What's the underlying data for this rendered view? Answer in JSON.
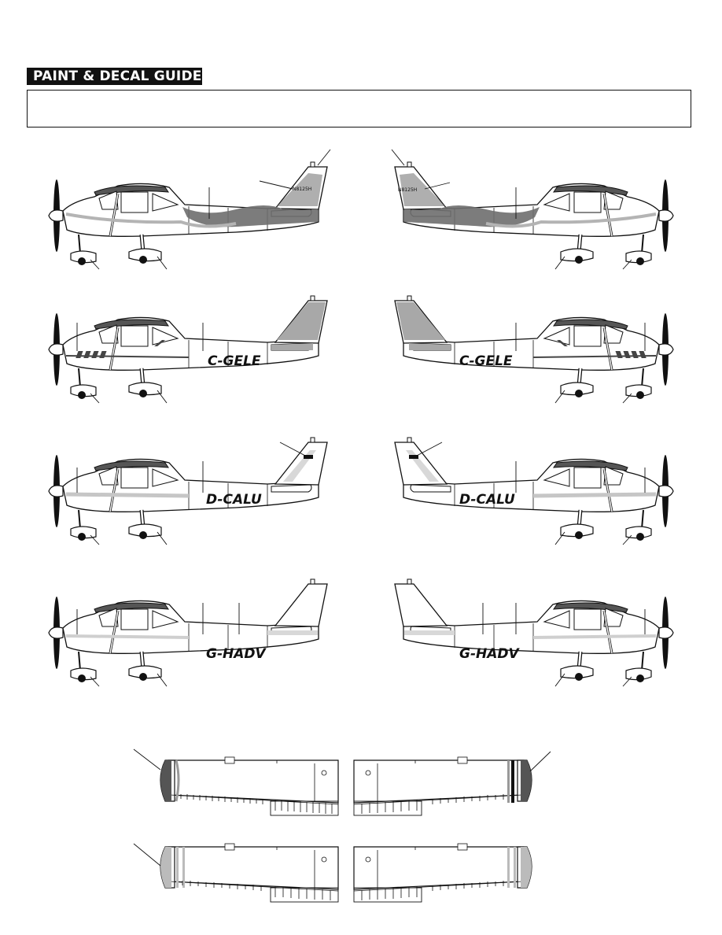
{
  "header": {
    "title": "PAINT & DECAL GUIDE"
  },
  "schemes": [
    {
      "registration": "",
      "tail_registration": "N8125H",
      "body_color": "#6e6e6e",
      "accent_color": "#b4b4b4"
    },
    {
      "registration": "C-GELE",
      "tail_registration": "",
      "body_color": "#a8a8a8",
      "accent_color": "#444444"
    },
    {
      "registration": "D-CALU",
      "tail_registration": "",
      "body_color": "#d8d8d8",
      "accent_color": "#c6c6c6"
    },
    {
      "registration": "G-HADV",
      "tail_registration": "",
      "body_color": "#d8d8d8",
      "accent_color": "#cfcfcf"
    }
  ],
  "icons": [
    "propeller-icon",
    "wheel-icon",
    "leader-line"
  ]
}
